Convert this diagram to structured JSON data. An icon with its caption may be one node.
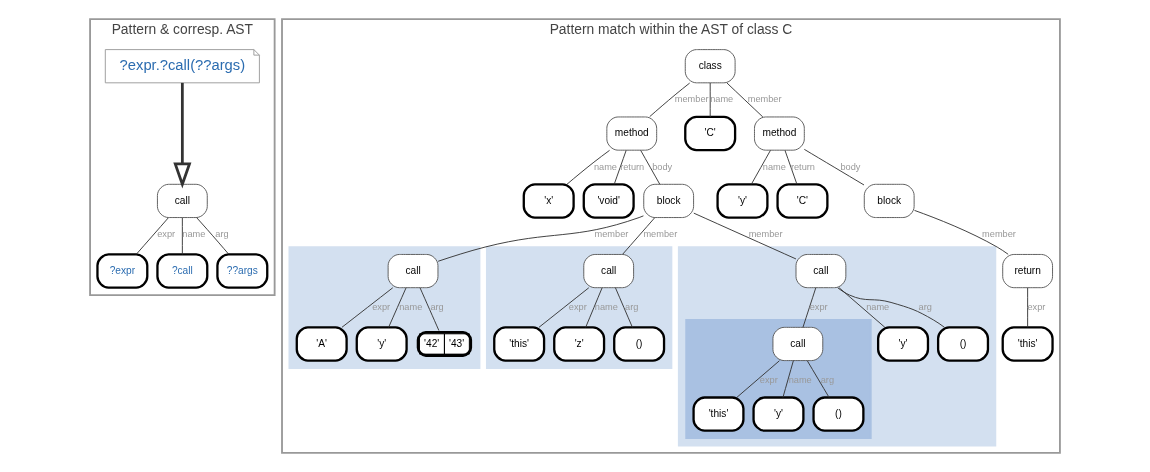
{
  "diagram": {
    "nodes": [
      {
        "text": [
          "Pattern & corresp. AST"
        ]
      },
      {
        "text": [
          "?expr.?call(??args)"
        ],
        "in": 0
      },
      {
        "text": [
          "call"
        ],
        "in": 0
      },
      {
        "text": [
          "?expr"
        ],
        "in": 0
      },
      {
        "text": [
          "?call"
        ],
        "in": 0
      },
      {
        "text": [
          "??args"
        ],
        "in": 0
      },
      {
        "text": [
          "Pattern match within the AST of class C"
        ]
      },
      {
        "text": [
          "class"
        ],
        "in": 6
      },
      {
        "text": [
          "method"
        ],
        "in": 6
      },
      {
        "text": [
          "'C'"
        ],
        "in": 6
      },
      {
        "text": [
          "method"
        ],
        "in": 6
      },
      {
        "text": [
          "'x'"
        ],
        "in": 6
      },
      {
        "text": [
          "'void'"
        ],
        "in": 6
      },
      {
        "text": [
          "block"
        ],
        "in": 6
      },
      {
        "text": [
          "'y'"
        ],
        "in": 6
      },
      {
        "text": [
          "'C'"
        ],
        "in": 6
      },
      {
        "text": [
          "block"
        ],
        "in": 6
      },
      {
        "text": [],
        "shape": "box",
        "in": 6
      },
      {
        "text": [
          "call"
        ],
        "in": 17
      },
      {
        "text": [
          "'A'"
        ],
        "in": 17
      },
      {
        "text": [
          "'y'"
        ],
        "in": 17
      },
      {
        "text": [
          "'42'",
          "'43'"
        ],
        "in": 17
      },
      {
        "text": [],
        "shape": "box",
        "in": 6
      },
      {
        "text": [
          "call"
        ],
        "in": 22
      },
      {
        "text": [
          "'this'"
        ],
        "in": 22
      },
      {
        "text": [
          "'z'"
        ],
        "in": 22
      },
      {
        "text": [
          "()"
        ],
        "in": 22
      },
      {
        "text": [],
        "shape": "box",
        "in": 6
      },
      {
        "text": [
          "call"
        ],
        "in": 27
      },
      {
        "text": [],
        "shape": "box",
        "in": 27
      },
      {
        "text": [
          "call"
        ],
        "in": 29
      },
      {
        "text": [
          "'y'"
        ],
        "in": 27
      },
      {
        "text": [
          "()"
        ],
        "in": 27
      },
      {
        "text": [
          "'this'"
        ],
        "in": 29
      },
      {
        "text": [
          "'y'"
        ],
        "in": 29
      },
      {
        "text": [
          "()"
        ],
        "in": 29
      },
      {
        "text": [
          "return"
        ],
        "in": 6
      },
      {
        "text": [
          "'this'"
        ],
        "in": 6
      }
    ],
    "edges": [
      {
        "from": 1,
        "to": 2,
        "arrow": "to",
        "style": "thick"
      },
      {
        "from": 2,
        "to": 3,
        "arrow": "none",
        "label": "expr"
      },
      {
        "from": 2,
        "to": 4,
        "arrow": "none",
        "label": "name"
      },
      {
        "from": 2,
        "to": 5,
        "arrow": "none",
        "label": "arg"
      },
      {
        "from": 7,
        "to": 8,
        "arrow": "none",
        "label": "member"
      },
      {
        "from": 7,
        "to": 9,
        "arrow": "none",
        "label": "name"
      },
      {
        "from": 7,
        "to": 10,
        "arrow": "none",
        "label": "member"
      },
      {
        "from": 8,
        "to": 11,
        "arrow": "none",
        "label": "name"
      },
      {
        "from": 8,
        "to": 12,
        "arrow": "none",
        "label": "return"
      },
      {
        "from": 8,
        "to": 13,
        "arrow": "none",
        "label": "body"
      },
      {
        "from": 10,
        "to": 14,
        "arrow": "none",
        "label": "name"
      },
      {
        "from": 10,
        "to": 15,
        "arrow": "none",
        "label": "return"
      },
      {
        "from": 10,
        "to": 16,
        "arrow": "none",
        "label": "body"
      },
      {
        "from": 13,
        "to": 18,
        "arrow": "none",
        "label": "member"
      },
      {
        "from": 13,
        "to": 23,
        "arrow": "none",
        "label": "member"
      },
      {
        "from": 13,
        "to": 28,
        "arrow": "none",
        "label": "member"
      },
      {
        "from": 16,
        "to": 36,
        "arrow": "none",
        "label": "member"
      },
      {
        "from": 18,
        "to": 19,
        "arrow": "none",
        "label": "expr"
      },
      {
        "from": 18,
        "to": 20,
        "arrow": "none",
        "label": "name"
      },
      {
        "from": 18,
        "to": 21,
        "arrow": "none",
        "label": "arg"
      },
      {
        "from": 23,
        "to": 24,
        "arrow": "none",
        "label": "expr"
      },
      {
        "from": 23,
        "to": 25,
        "arrow": "none",
        "label": "name"
      },
      {
        "from": 23,
        "to": 26,
        "arrow": "none",
        "label": "arg"
      },
      {
        "from": 28,
        "to": 30,
        "arrow": "none",
        "label": "expr"
      },
      {
        "from": 28,
        "to": 31,
        "arrow": "none",
        "label": "name"
      },
      {
        "from": 28,
        "to": 32,
        "arrow": "none",
        "label": "arg"
      },
      {
        "from": 30,
        "to": 33,
        "arrow": "none",
        "label": "expr"
      },
      {
        "from": 30,
        "to": 34,
        "arrow": "none",
        "label": "name"
      },
      {
        "from": 30,
        "to": 35,
        "arrow": "none",
        "label": "arg"
      },
      {
        "from": 36,
        "to": 37,
        "arrow": "none",
        "label": "expr"
      }
    ]
  }
}
